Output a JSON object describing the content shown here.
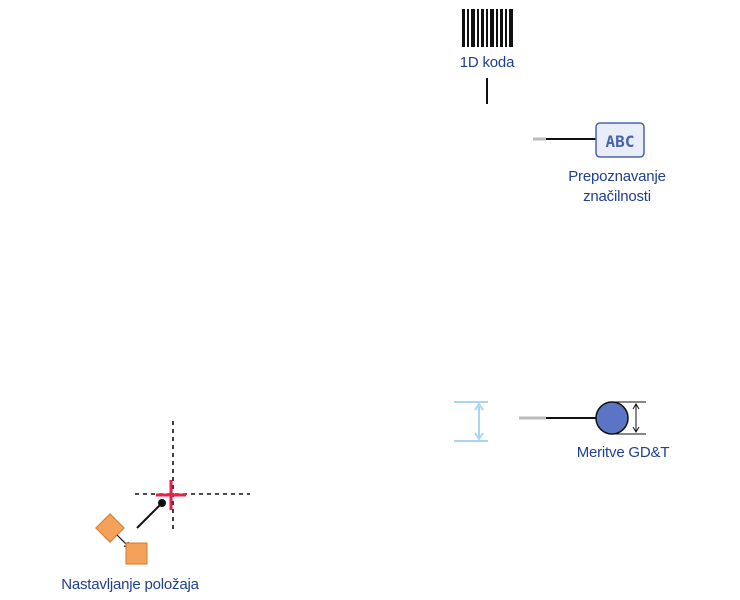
{
  "labels": {
    "barcode": "1D koda",
    "ocr_line1": "Prepoznavanje",
    "ocr_line2": "značilnosti",
    "ocr_chip": "ABC",
    "gdt": "Meritve GD&T",
    "position": "Nastavljanje položaja"
  },
  "colors": {
    "label_text": "#1f3f8f",
    "ocr_chip_border": "#4a63b0",
    "ocr_chip_fill": "#e9edf8",
    "gdt_circle": "#5c74c4",
    "gdt_guide": "#a9d6f0",
    "crosshair": "#e8224a",
    "square": "#f4a25a",
    "square_border": "#d9772a"
  }
}
